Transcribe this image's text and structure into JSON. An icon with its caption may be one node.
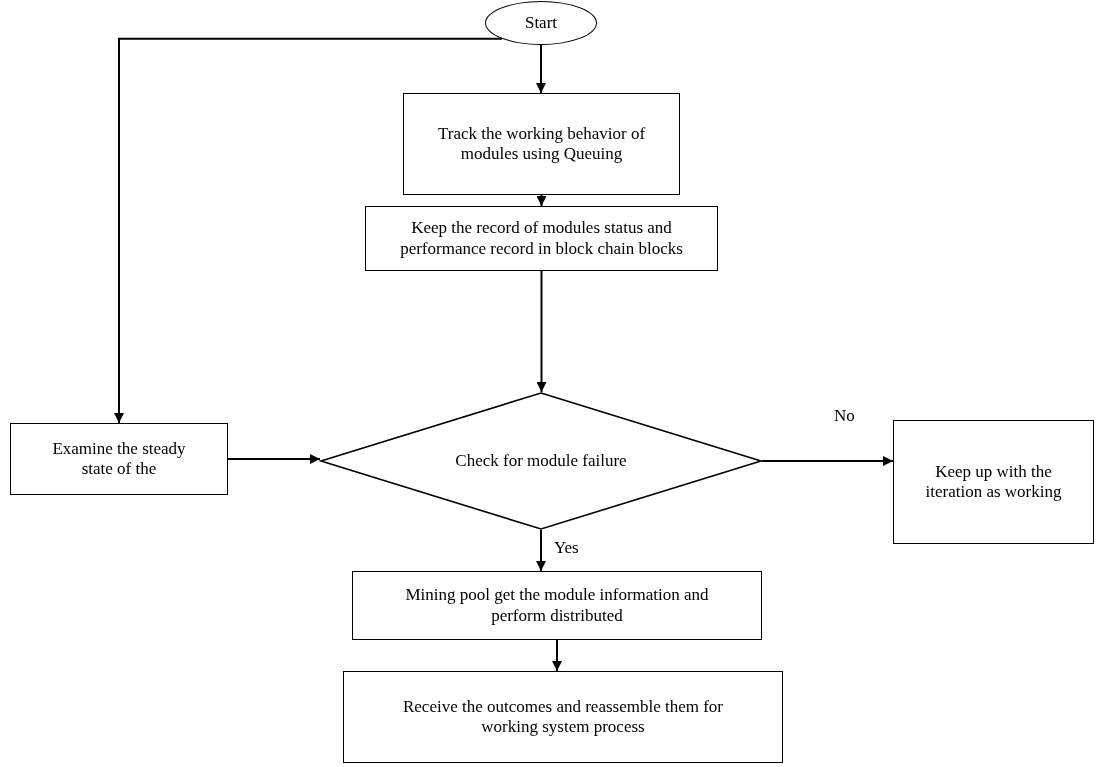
{
  "diagram": {
    "nodes": [
      {
        "text": [
          "Start"
        ]
      },
      {
        "text": [
          "Track the working behavior of modules using Queuing"
        ]
      },
      {
        "text": [
          "Keep the record of modules status and performance record in block chain blocks"
        ]
      },
      {
        "text": [
          "Examine the steady state of the"
        ]
      },
      {
        "text": [
          "Check for module failure"
        ]
      },
      {
        "text": [
          "Keep up with the iteration as working"
        ]
      },
      {
        "text": [
          "Mining pool get the module information and perform distributed"
        ]
      },
      {
        "text": [
          "Receive the outcomes and reassemble them for working system process"
        ]
      }
    ],
    "edges": [
      {
        "from": 0,
        "to": 1,
        "arrow": "to"
      },
      {
        "from": 1,
        "to": 2,
        "arrow": "to"
      },
      {
        "from": 2,
        "to": 4,
        "arrow": "to"
      },
      {
        "from": 0,
        "to": 3,
        "arrow": "to"
      },
      {
        "from": 3,
        "to": 4,
        "arrow": "to"
      },
      {
        "from": 4,
        "to": 5,
        "arrow": "to",
        "label": "No"
      },
      {
        "from": 4,
        "to": 6,
        "arrow": "to",
        "label": "Yes"
      },
      {
        "from": 6,
        "to": 7,
        "arrow": "to"
      }
    ]
  }
}
